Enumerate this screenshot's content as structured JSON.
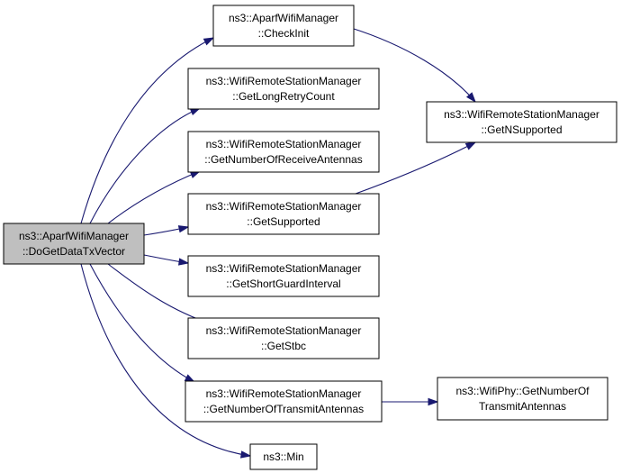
{
  "colors": {
    "node_fill": "#ffffff",
    "root_fill": "#bfbfbf",
    "node_border": "#000000",
    "edge": "#191970"
  },
  "nodes": [
    {
      "id": "root",
      "lines": [
        "ns3::AparfWifiManager",
        "::DoGetDataTxVector"
      ],
      "root": true
    },
    {
      "id": "checkinit",
      "lines": [
        "ns3::AparfWifiManager",
        "::CheckInit"
      ]
    },
    {
      "id": "longretry",
      "lines": [
        "ns3::WifiRemoteStationManager",
        "::GetLongRetryCount"
      ]
    },
    {
      "id": "recvant",
      "lines": [
        "ns3::WifiRemoteStationManager",
        "::GetNumberOfReceiveAntennas"
      ]
    },
    {
      "id": "supported",
      "lines": [
        "ns3::WifiRemoteStationManager",
        "::GetSupported"
      ]
    },
    {
      "id": "sgi",
      "lines": [
        "ns3::WifiRemoteStationManager",
        "::GetShortGuardInterval"
      ]
    },
    {
      "id": "stbc",
      "lines": [
        "ns3::WifiRemoteStationManager",
        "::GetStbc"
      ]
    },
    {
      "id": "txant",
      "lines": [
        "ns3::WifiRemoteStationManager",
        "::GetNumberOfTransmitAntennas"
      ]
    },
    {
      "id": "min",
      "lines": [
        "ns3::Min"
      ]
    },
    {
      "id": "nsupported",
      "lines": [
        "ns3::WifiRemoteStationManager",
        "::GetNSupported"
      ]
    },
    {
      "id": "phytxant",
      "lines": [
        "ns3::WifiPhy::GetNumberOf",
        "TransmitAntennas"
      ]
    }
  ],
  "edges": [
    {
      "from": "root",
      "to": "checkinit"
    },
    {
      "from": "root",
      "to": "longretry"
    },
    {
      "from": "root",
      "to": "recvant"
    },
    {
      "from": "root",
      "to": "supported"
    },
    {
      "from": "root",
      "to": "sgi"
    },
    {
      "from": "root",
      "to": "stbc"
    },
    {
      "from": "root",
      "to": "txant"
    },
    {
      "from": "root",
      "to": "min"
    },
    {
      "from": "checkinit",
      "to": "nsupported"
    },
    {
      "from": "supported",
      "to": "nsupported"
    },
    {
      "from": "txant",
      "to": "phytxant"
    }
  ]
}
